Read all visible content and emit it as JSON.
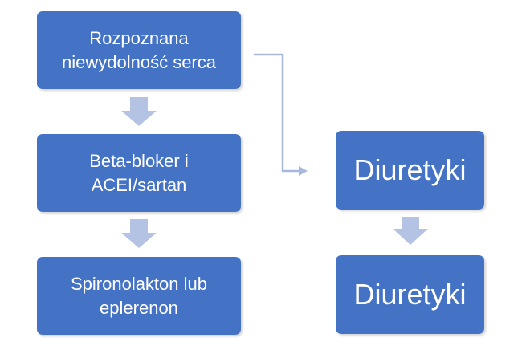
{
  "diagram": {
    "nodes": [
      {
        "id": "box1",
        "label": "Rozpoznana\nniewydolność serca"
      },
      {
        "id": "box2",
        "label": "Beta-bloker i\nACEI/sartan"
      },
      {
        "id": "box3",
        "label": "Spironolakton lub\neplerenon"
      },
      {
        "id": "box4",
        "label": "Diuretyki"
      },
      {
        "id": "box5",
        "label": "Diuretyki"
      }
    ],
    "edges": [
      {
        "from": "box1",
        "to": "box2",
        "style": "block-arrow"
      },
      {
        "from": "box2",
        "to": "box3",
        "style": "block-arrow"
      },
      {
        "from": "box1",
        "to": "box4",
        "style": "elbow-connector"
      },
      {
        "from": "box4",
        "to": "box5",
        "style": "block-arrow"
      }
    ]
  },
  "colors": {
    "box_fill": "#4472c4",
    "box_text": "#ffffff",
    "arrow_fill": "#b4c3e4",
    "connector": "#a8b8de"
  }
}
